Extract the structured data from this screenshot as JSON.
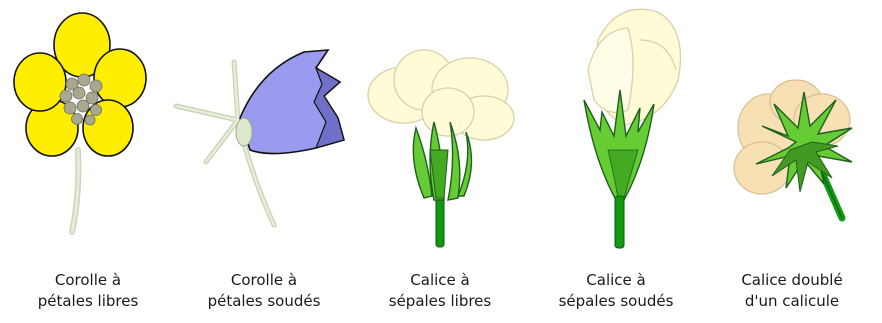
{
  "figures": [
    {
      "key": "free-petals",
      "caption": [
        "Corolle à",
        "pétales libres"
      ]
    },
    {
      "key": "fused-petals",
      "caption": [
        "Corolle à",
        "pétales soudés"
      ]
    },
    {
      "key": "free-sepals",
      "caption": [
        "Calice à",
        "sépales libres"
      ]
    },
    {
      "key": "fused-sepals",
      "caption": [
        "Calice à",
        "sépales soudés"
      ]
    },
    {
      "key": "double-calyx",
      "caption": [
        "Calice doublé",
        "d'un calicule"
      ]
    }
  ],
  "colors": {
    "petal_yellow": "#ffee00",
    "center_gray": "#a8a890",
    "stem_pale": "#dde8cc",
    "bell_blue": "#9a9aee",
    "bell_dark": "#7070c8",
    "cream": "#fffbd6",
    "sepal_green": "#66cc33",
    "stem_green": "#119911",
    "peach": "#f6e0b4",
    "outline": "#111111"
  }
}
